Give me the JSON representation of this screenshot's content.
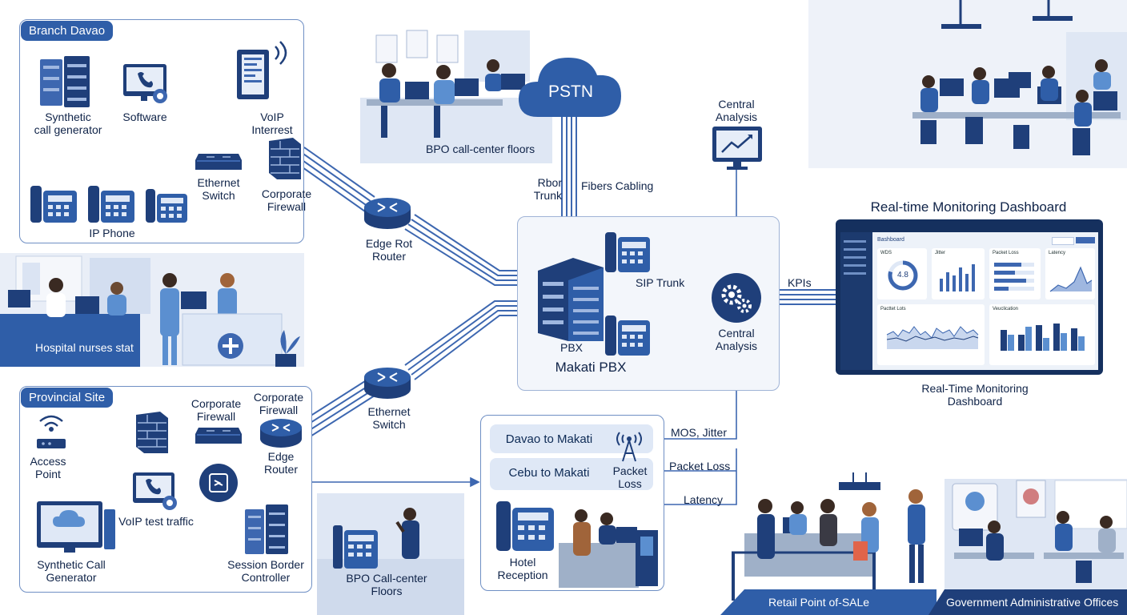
{
  "branch": {
    "tab": "Branch Davao",
    "synthetic_call_generator": "Synthetic\ncall generator",
    "software": "Software",
    "voip_interest": "VoIP\nInterrest",
    "ethernet_switch": "Ethernet\nSwitch",
    "corporate_firewall": "Corporate\nFirewall",
    "ip_phone": "IP Phone"
  },
  "hospital": {
    "caption": "Hospital nurses stat"
  },
  "provincial": {
    "tab": "Provincial Site",
    "access_point": "Access\nPoint",
    "corporate_firewall_1": "Corporate\nFirewall",
    "corporate_firewall_2": "Corporate\nFirewall",
    "edge_router": "Edge\nRouter",
    "voip_test_traffic": "VoIP test traffic",
    "synthetic_call_generator": "Synthetic Call\nGenerator",
    "session_border_controller": "Session Border\nController"
  },
  "bpo_top": {
    "caption": "BPO call-center floors"
  },
  "bpo_bottom": {
    "caption": "BPO Call-center\nFloors"
  },
  "pstn": "PSTN",
  "rbor_trunk": "Rbor\nTrunk",
  "fibers_cabling": "Fibers Cabling",
  "edge_rot_router": "Edge Rot\nRouter",
  "ethernet_switch_mid": "Ethernet\nSwitch",
  "makati": {
    "pbx": "PBX",
    "title": "Makati PBX",
    "sip_trunk": "SIP Trunk",
    "central_analysis": "Central\nAnalysis"
  },
  "central_analysis_top": "Central\nAnalysis",
  "kpis": "KPIs",
  "dashboard": {
    "title_top": "Real-time Monitoring Dashboard",
    "title_bottom": "Real-Time Monitoring\nDashboard",
    "heading": "Bashboard",
    "cards": [
      "WDS",
      "Jitter",
      "Packet Loss",
      "Latency"
    ],
    "gauge_value": "4.8",
    "lower_cards": [
      "Pacttet Lots",
      "Veuclication"
    ]
  },
  "routes": {
    "davao": "Davao to Makati",
    "cebu": "Cebu to Makati",
    "packet_loss": "Packet\nLoss",
    "hotel_reception": "Hotel\nReception"
  },
  "metrics": {
    "mos_jitter": "MOS, Jitter",
    "packet_loss": "Packet Loss",
    "latency": "Latency"
  },
  "retail": {
    "caption": "Retail Point of-SALe"
  },
  "government": {
    "caption": "Government Administrative Offices"
  },
  "colors": {
    "navy": "#1f3f7a",
    "blue": "#2f5ea8",
    "light": "#e6edf8",
    "line": "#3d67b0"
  }
}
